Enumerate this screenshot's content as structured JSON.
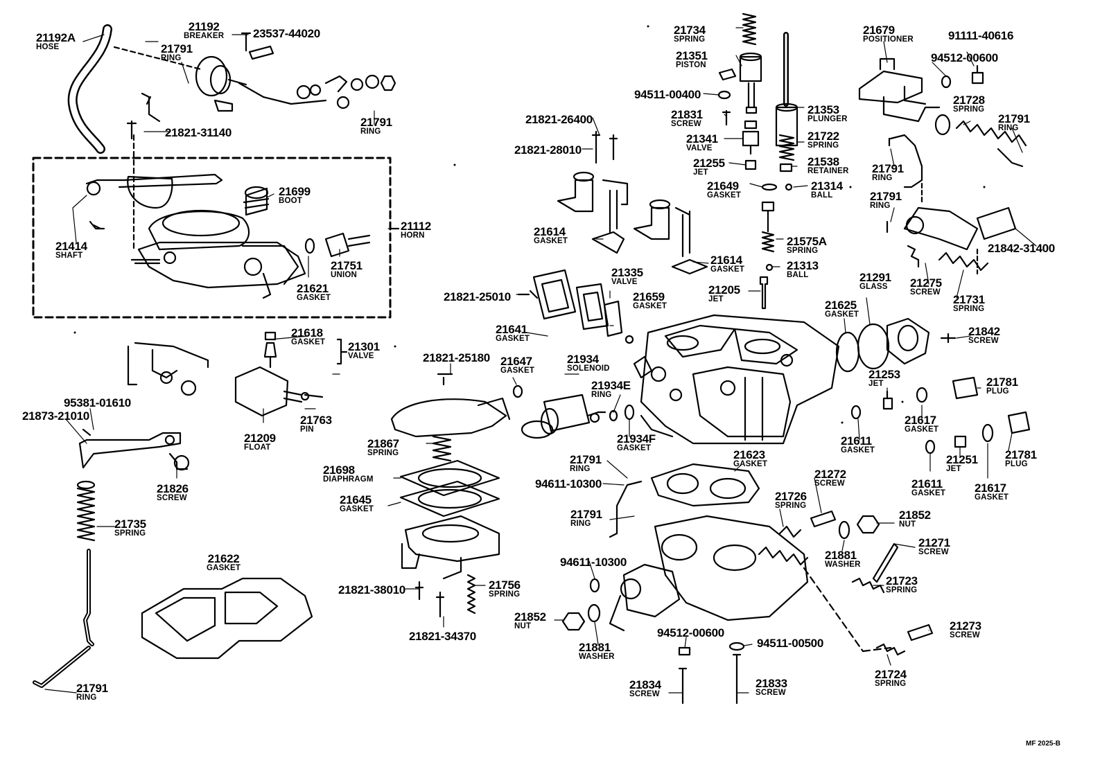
{
  "diagram": {
    "footer_code": "MF 2025-B",
    "callouts": [
      {
        "id": "c1",
        "number": "21192A",
        "name": "HOSE"
      },
      {
        "id": "c2",
        "number": "21192",
        "name": "BREAKER"
      },
      {
        "id": "c3",
        "number": "23537-44020",
        "name": ""
      },
      {
        "id": "c4",
        "number": "21791",
        "name": "RING"
      },
      {
        "id": "c5",
        "number": "21791",
        "name": "RING"
      },
      {
        "id": "c6",
        "number": "21821-31140",
        "name": ""
      },
      {
        "id": "c7",
        "number": "21699",
        "name": "BOOT"
      },
      {
        "id": "c8",
        "number": "21112",
        "name": "HORN"
      },
      {
        "id": "c9",
        "number": "21414",
        "name": "SHAFT"
      },
      {
        "id": "c10",
        "number": "21751",
        "name": "UNION"
      },
      {
        "id": "c11",
        "number": "21621",
        "name": "GASKET"
      },
      {
        "id": "c12",
        "number": "21618",
        "name": "GASKET"
      },
      {
        "id": "c13",
        "number": "21301",
        "name": "VALVE"
      },
      {
        "id": "c14",
        "number": "21209",
        "name": "FLOAT"
      },
      {
        "id": "c15",
        "number": "21763",
        "name": "PIN"
      },
      {
        "id": "c16",
        "number": "95381-01610",
        "name": ""
      },
      {
        "id": "c17",
        "number": "21873-21010",
        "name": ""
      },
      {
        "id": "c18",
        "number": "21826",
        "name": "SCREW"
      },
      {
        "id": "c19",
        "number": "21735",
        "name": "SPRING"
      },
      {
        "id": "c20",
        "number": "21622",
        "name": "GASKET"
      },
      {
        "id": "c21",
        "number": "21791",
        "name": "RING"
      },
      {
        "id": "c22",
        "number": "21734",
        "name": "SPRING"
      },
      {
        "id": "c23",
        "number": "21351",
        "name": "PISTON"
      },
      {
        "id": "c24",
        "number": "94511-00400",
        "name": ""
      },
      {
        "id": "c25",
        "number": "21831",
        "name": "SCREW"
      },
      {
        "id": "c26",
        "number": "21341",
        "name": "VALVE"
      },
      {
        "id": "c27",
        "number": "21255",
        "name": "JET"
      },
      {
        "id": "c28",
        "number": "21353",
        "name": "PLUNGER"
      },
      {
        "id": "c29",
        "number": "21722",
        "name": "SPRING"
      },
      {
        "id": "c30",
        "number": "21538",
        "name": "RETAINER"
      },
      {
        "id": "c31",
        "number": "21649",
        "name": "GASKET"
      },
      {
        "id": "c32",
        "number": "21314",
        "name": "BALL"
      },
      {
        "id": "c33",
        "number": "21575A",
        "name": "SPRING"
      },
      {
        "id": "c34",
        "number": "21313",
        "name": "BALL"
      },
      {
        "id": "c35",
        "number": "21205",
        "name": "JET"
      },
      {
        "id": "c36",
        "number": "21821-26400",
        "name": ""
      },
      {
        "id": "c37",
        "number": "21821-28010",
        "name": ""
      },
      {
        "id": "c38",
        "number": "21614",
        "name": "GASKET"
      },
      {
        "id": "c39",
        "number": "21614",
        "name": "GASKET"
      },
      {
        "id": "c40",
        "number": "21821-25010",
        "name": ""
      },
      {
        "id": "c41",
        "number": "21335",
        "name": "VALVE"
      },
      {
        "id": "c42",
        "number": "21659",
        "name": "GASKET"
      },
      {
        "id": "c43",
        "number": "21641",
        "name": "GASKET"
      },
      {
        "id": "c44",
        "number": "21821-25180",
        "name": ""
      },
      {
        "id": "c45",
        "number": "21647",
        "name": "GASKET"
      },
      {
        "id": "c46",
        "number": "21934",
        "name": "SOLENOID"
      },
      {
        "id": "c47",
        "number": "21934E",
        "name": "RING"
      },
      {
        "id": "c48",
        "number": "21934F",
        "name": "GASKET"
      },
      {
        "id": "c49",
        "number": "21867",
        "name": "SPRING"
      },
      {
        "id": "c50",
        "number": "21698",
        "name": "DIAPHRAGM"
      },
      {
        "id": "c51",
        "number": "21645",
        "name": "GASKET"
      },
      {
        "id": "c52",
        "number": "21821-38010",
        "name": ""
      },
      {
        "id": "c53",
        "number": "21756",
        "name": "SPRING"
      },
      {
        "id": "c54",
        "number": "21821-34370",
        "name": ""
      },
      {
        "id": "c55",
        "number": "21679",
        "name": "POSITIONER"
      },
      {
        "id": "c56",
        "number": "91111-40616",
        "name": ""
      },
      {
        "id": "c57",
        "number": "94512-00600",
        "name": ""
      },
      {
        "id": "c58",
        "number": "21728",
        "name": "SPRING"
      },
      {
        "id": "c59",
        "number": "21791",
        "name": "RING"
      },
      {
        "id": "c60",
        "number": "21791",
        "name": "RING"
      },
      {
        "id": "c61",
        "number": "21791",
        "name": "RING"
      },
      {
        "id": "c62",
        "number": "21842-31400",
        "name": ""
      },
      {
        "id": "c63",
        "number": "21275",
        "name": "SCREW"
      },
      {
        "id": "c64",
        "number": "21731",
        "name": "SPRING"
      },
      {
        "id": "c65",
        "number": "21291",
        "name": "GLASS"
      },
      {
        "id": "c66",
        "number": "21625",
        "name": "GASKET"
      },
      {
        "id": "c67",
        "number": "21842",
        "name": "SCREW"
      },
      {
        "id": "c68",
        "number": "21253",
        "name": "JET"
      },
      {
        "id": "c69",
        "number": "21781",
        "name": "PLUG"
      },
      {
        "id": "c70",
        "number": "21611",
        "name": "GASKET"
      },
      {
        "id": "c71",
        "number": "21617",
        "name": "GASKET"
      },
      {
        "id": "c72",
        "number": "21251",
        "name": "JET"
      },
      {
        "id": "c73",
        "number": "21781",
        "name": "PLUG"
      },
      {
        "id": "c74",
        "number": "21611",
        "name": "GASKET"
      },
      {
        "id": "c75",
        "number": "21617",
        "name": "GASKET"
      },
      {
        "id": "c76",
        "number": "21623",
        "name": "GASKET"
      },
      {
        "id": "c77",
        "number": "21791",
        "name": "RING"
      },
      {
        "id": "c78",
        "number": "94611-10300",
        "name": ""
      },
      {
        "id": "c79",
        "number": "21791",
        "name": "RING"
      },
      {
        "id": "c80",
        "number": "21272",
        "name": "SCREW"
      },
      {
        "id": "c81",
        "number": "21726",
        "name": "SPRING"
      },
      {
        "id": "c82",
        "number": "21852",
        "name": "NUT"
      },
      {
        "id": "c83",
        "number": "21271",
        "name": "SCREW"
      },
      {
        "id": "c84",
        "number": "21881",
        "name": "WASHER"
      },
      {
        "id": "c85",
        "number": "21723",
        "name": "SPRING"
      },
      {
        "id": "c86",
        "number": "94611-10300",
        "name": ""
      },
      {
        "id": "c87",
        "number": "21852",
        "name": "NUT"
      },
      {
        "id": "c88",
        "number": "21881",
        "name": "WASHER"
      },
      {
        "id": "c89",
        "number": "94512-00600",
        "name": ""
      },
      {
        "id": "c90",
        "number": "94511-00500",
        "name": ""
      },
      {
        "id": "c91",
        "number": "21273",
        "name": "SCREW"
      },
      {
        "id": "c92",
        "number": "21724",
        "name": "SPRING"
      },
      {
        "id": "c93",
        "number": "21834",
        "name": "SCREW"
      },
      {
        "id": "c94",
        "number": "21833",
        "name": "SCREW"
      }
    ]
  }
}
